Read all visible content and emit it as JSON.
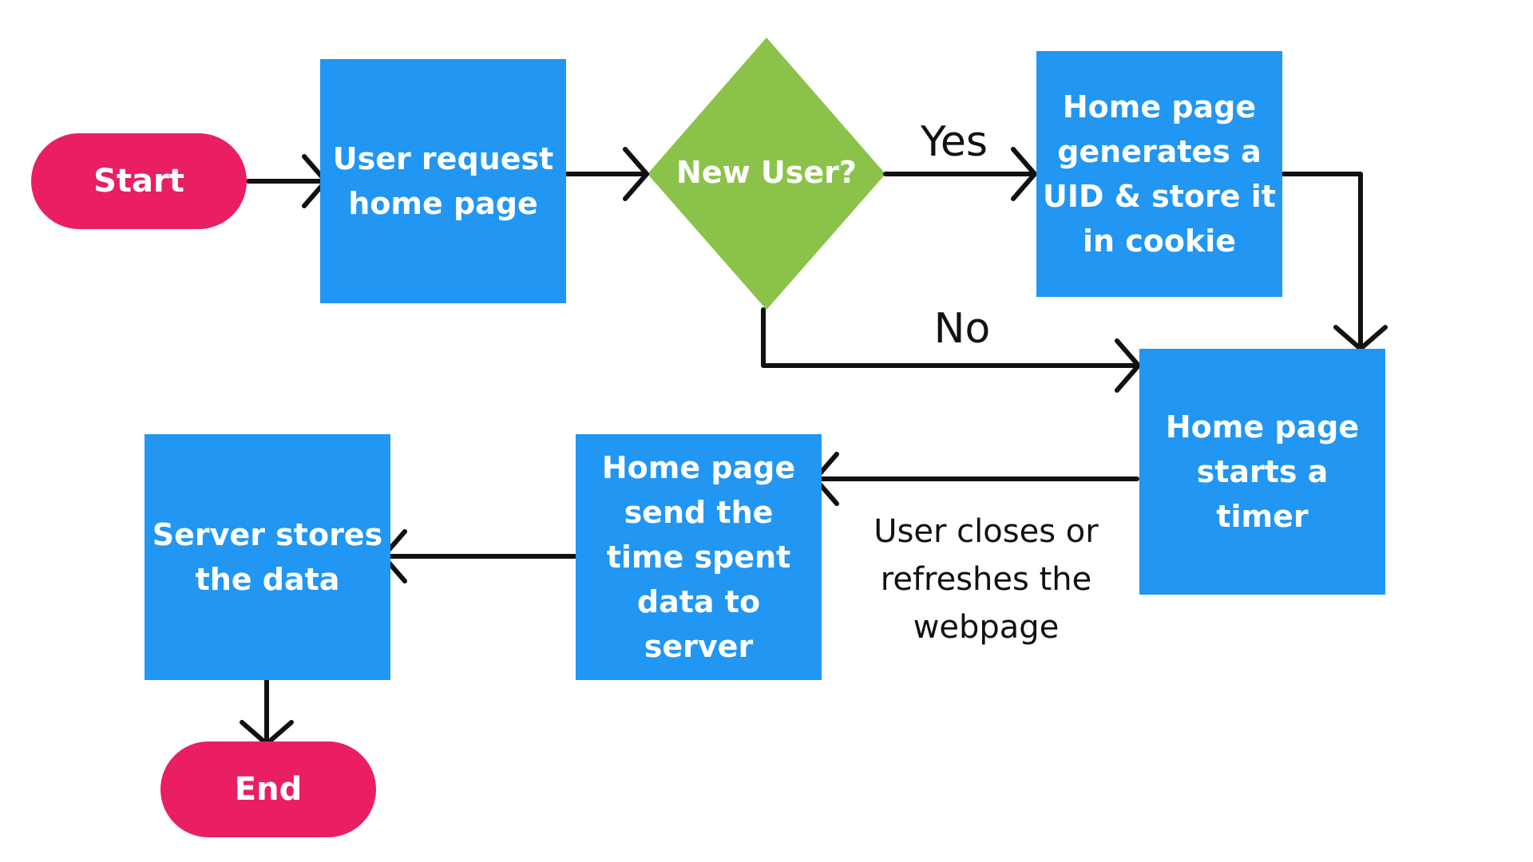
{
  "nodes": {
    "start": "Start",
    "user_request": "User request home page",
    "new_user": "New User?",
    "generate_uid": "Home page generates a UID & store it in cookie",
    "start_timer": "Home page starts a timer",
    "send_data": "Home page send the time spent data to server",
    "server_stores": "Server stores the data",
    "end": "End"
  },
  "edges": {
    "yes": "Yes",
    "no": "No",
    "closes": "User closes or refreshes the webpage"
  },
  "colors": {
    "terminal": "#e91e63",
    "process": "#2196f3",
    "decision": "#8bc34a",
    "arrow": "#111111"
  }
}
